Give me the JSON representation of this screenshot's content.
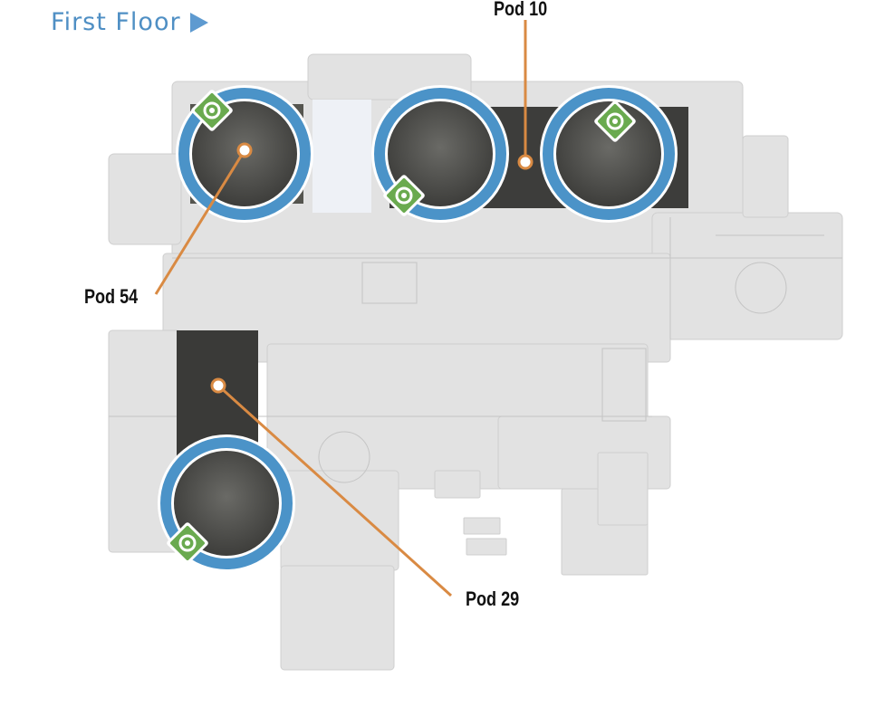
{
  "title": "First Floor",
  "colors": {
    "ring": "#4b93c8",
    "leader": "#d98a43",
    "marker": "#6aaa4f",
    "building": "#e4e4e4",
    "room": "#4a4a48"
  },
  "icons": [
    "title-arrow-icon",
    "pod-marker-icon",
    "objective-diamond-icon"
  ],
  "pods": [
    {
      "label": "Pod 10"
    },
    {
      "label": "Pod 54"
    },
    {
      "label": "Pod 29"
    }
  ]
}
